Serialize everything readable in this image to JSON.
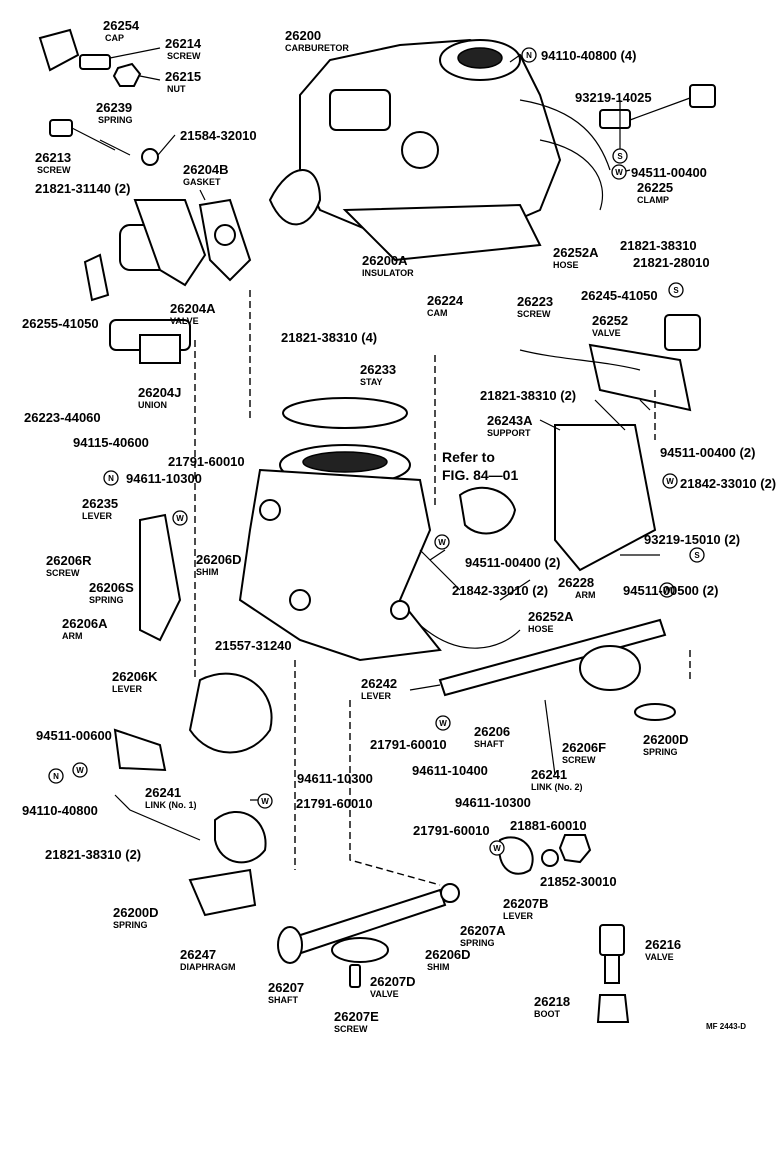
{
  "figure_tag": "MF 2443-D",
  "labels": {
    "l26254": {
      "code": "26254",
      "name": "CAP"
    },
    "l26214": {
      "code": "26214",
      "name": "SCREW"
    },
    "l26215": {
      "code": "26215",
      "name": "NUT"
    },
    "l26239": {
      "code": "26239",
      "name": "SPRING"
    },
    "l21584": {
      "code": "21584-32010",
      "name": ""
    },
    "l26213": {
      "code": "26213",
      "name": "SCREW"
    },
    "l26204B": {
      "code": "26204B",
      "name": "GASKET"
    },
    "l21821_31140": {
      "code": "21821-31140 (2)",
      "name": ""
    },
    "l26200": {
      "code": "26200",
      "name": "CARBURETOR"
    },
    "l94110_40800_4": {
      "code": "94110-40800 (4)",
      "name": ""
    },
    "l93219_14025": {
      "code": "93219-14025",
      "name": ""
    },
    "l94511_00400": {
      "code": "94511-00400",
      "name": ""
    },
    "l26225": {
      "code": "26225",
      "name": "CLAMP"
    },
    "l26200A": {
      "code": "26200A",
      "name": "INSULATOR"
    },
    "l21821_38310a": {
      "code": "21821-38310",
      "name": ""
    },
    "l26252A_top": {
      "code": "26252A",
      "name": "HOSE"
    },
    "l21821_28010": {
      "code": "21821-28010",
      "name": ""
    },
    "l26245": {
      "code": "26245-41050",
      "name": ""
    },
    "l26255": {
      "code": "26255-41050",
      "name": ""
    },
    "l26204A": {
      "code": "26204A",
      "name": "VALVE"
    },
    "l26224": {
      "code": "26224",
      "name": "CAM"
    },
    "l26223": {
      "code": "26223",
      "name": "SCREW"
    },
    "l26252": {
      "code": "26252",
      "name": "VALVE"
    },
    "l21821_38310_4": {
      "code": "21821-38310 (4)",
      "name": ""
    },
    "l26204J": {
      "code": "26204J",
      "name": "UNION"
    },
    "l26233": {
      "code": "26233",
      "name": "STAY"
    },
    "l21821_38310_2a": {
      "code": "21821-38310 (2)",
      "name": ""
    },
    "l26223_44060": {
      "code": "26223-44060",
      "name": ""
    },
    "l26243A": {
      "code": "26243A",
      "name": "SUPPORT"
    },
    "l94115": {
      "code": "94115-40600",
      "name": ""
    },
    "l21791_a": {
      "code": "21791-60010",
      "name": ""
    },
    "l94611_a": {
      "code": "94611-10300",
      "name": ""
    },
    "l94511_00400_2": {
      "code": "94511-00400 (2)",
      "name": ""
    },
    "l21842_33010_2a": {
      "code": "21842-33010 (2)",
      "name": ""
    },
    "l26235": {
      "code": "26235",
      "name": "LEVER"
    },
    "l26206R": {
      "code": "26206R",
      "name": "SCREW"
    },
    "l26206S": {
      "code": "26206S",
      "name": "SPRING"
    },
    "l26206D_a": {
      "code": "26206D",
      "name": "SHIM"
    },
    "l94511_00400_2b": {
      "code": "94511-00400 (2)",
      "name": ""
    },
    "l93219_15010": {
      "code": "93219-15010 (2)",
      "name": ""
    },
    "l21842_33010_2b": {
      "code": "21842-33010 (2)",
      "name": ""
    },
    "l26228": {
      "code": "26228",
      "name": "ARM"
    },
    "l94511_00500": {
      "code": "94511-00500 (2)",
      "name": ""
    },
    "l26206A": {
      "code": "26206A",
      "name": "ARM"
    },
    "l21557": {
      "code": "21557-31240",
      "name": ""
    },
    "l26252A_mid": {
      "code": "26252A",
      "name": "HOSE"
    },
    "l26206K": {
      "code": "26206K",
      "name": "LEVER"
    },
    "l26242": {
      "code": "26242",
      "name": "LEVER"
    },
    "l94511_00600": {
      "code": "94511-00600",
      "name": ""
    },
    "l21791_b": {
      "code": "21791-60010",
      "name": ""
    },
    "l26206": {
      "code": "26206",
      "name": "SHAFT"
    },
    "l26206F": {
      "code": "26206F",
      "name": "SCREW"
    },
    "l26200D_a": {
      "code": "26200D",
      "name": "SPRING"
    },
    "l94611_10400": {
      "code": "94611-10400",
      "name": ""
    },
    "l26241_b": {
      "code": "26241",
      "name": "LINK (No. 2)"
    },
    "l94110_40800": {
      "code": "94110-40800",
      "name": ""
    },
    "l94611_b": {
      "code": "94611-10300",
      "name": ""
    },
    "l26241_a": {
      "code": "26241",
      "name": "LINK (No. 1)"
    },
    "l21791_c": {
      "code": "21791-60010",
      "name": ""
    },
    "l94611_c": {
      "code": "94611-10300",
      "name": ""
    },
    "l21791_d": {
      "code": "21791-60010",
      "name": ""
    },
    "l21881": {
      "code": "21881-60010",
      "name": ""
    },
    "l21821_38310_2b": {
      "code": "21821-38310 (2)",
      "name": ""
    },
    "l21852": {
      "code": "21852-30010",
      "name": ""
    },
    "l26207B": {
      "code": "26207B",
      "name": "LEVER"
    },
    "l26200D_b": {
      "code": "26200D",
      "name": "SPRING"
    },
    "l26207A": {
      "code": "26207A",
      "name": "SPRING"
    },
    "l26247": {
      "code": "26247",
      "name": "DIAPHRAGM"
    },
    "l26206D_b": {
      "code": "26206D",
      "name": "SHIM"
    },
    "l26216": {
      "code": "26216",
      "name": "VALVE"
    },
    "l26207": {
      "code": "26207",
      "name": "SHAFT"
    },
    "l26207D": {
      "code": "26207D",
      "name": "VALVE"
    },
    "l26218": {
      "code": "26218",
      "name": "BOOT"
    },
    "l26207E": {
      "code": "26207E",
      "name": "SCREW"
    }
  },
  "refer": {
    "line1": "Refer to",
    "line2": "FIG. 84—01"
  },
  "markers": {
    "n": "N",
    "w": "W",
    "s": "S"
  }
}
